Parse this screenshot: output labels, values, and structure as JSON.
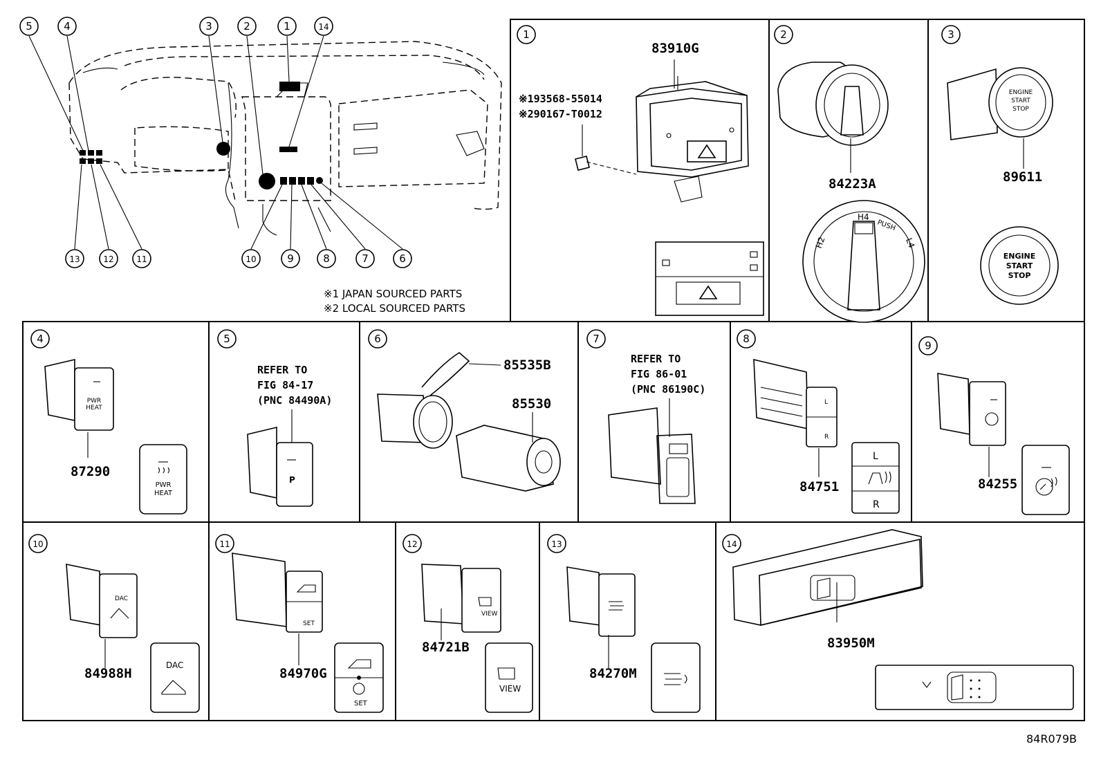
{
  "overview": {
    "callouts": [
      "5",
      "4",
      "3",
      "2",
      "1",
      "14",
      "13",
      "12",
      "11",
      "10",
      "9",
      "8",
      "7",
      "6"
    ],
    "notes": [
      "※1 JAPAN SOURCED PARTS",
      "※2 LOCAL SOURCED PARTS"
    ]
  },
  "panels": {
    "p1": {
      "num": "1",
      "part": "83910G",
      "refs": [
        "※193568-55014",
        "※290167-T0012"
      ]
    },
    "p2": {
      "num": "2",
      "part": "84223A",
      "dial": [
        "H2",
        "H4",
        "PUSH",
        "L4"
      ]
    },
    "p3": {
      "num": "3",
      "part": "89611",
      "button": [
        "ENGINE",
        "START",
        "STOP"
      ]
    },
    "p4": {
      "num": "4",
      "part": "87290",
      "label": [
        "PWR",
        "HEAT"
      ]
    },
    "p5": {
      "num": "5",
      "refer": [
        "REFER TO",
        "FIG 84-17",
        "(PNC 84490A)"
      ]
    },
    "p6": {
      "num": "6",
      "parts": [
        "85535B",
        "85530"
      ]
    },
    "p7": {
      "num": "7",
      "refer": [
        "REFER TO",
        "FIG 86-01",
        "(PNC 86190C)"
      ]
    },
    "p8": {
      "num": "8",
      "part": "84751",
      "labels": [
        "L",
        "R"
      ]
    },
    "p9": {
      "num": "9",
      "part": "84255"
    },
    "p10": {
      "num": "10",
      "part": "84988H",
      "label": "DAC"
    },
    "p11": {
      "num": "11",
      "part": "84970G",
      "label": "SET"
    },
    "p12": {
      "num": "12",
      "part": "84721B",
      "label": "VIEW"
    },
    "p13": {
      "num": "13",
      "part": "84270M"
    },
    "p14": {
      "num": "14",
      "part": "83950M"
    }
  },
  "figure_code": "84R079B"
}
